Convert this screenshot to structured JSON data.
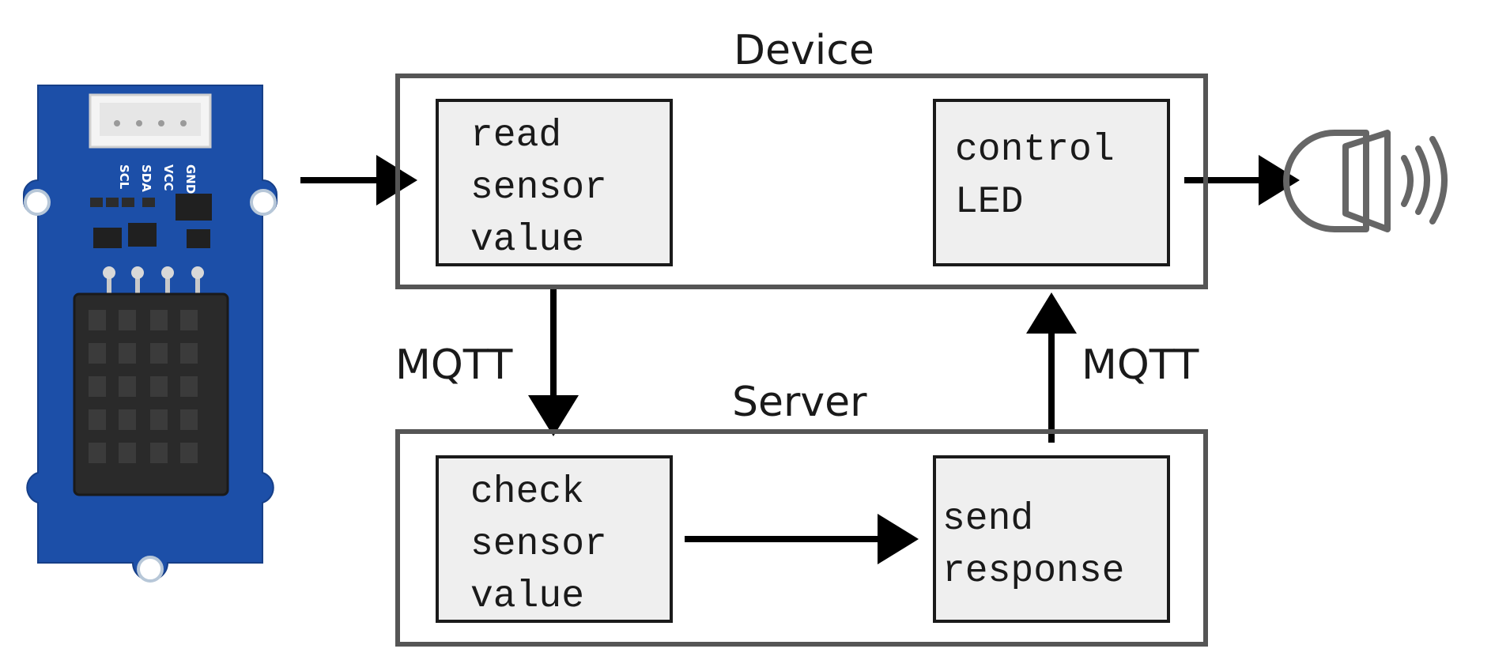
{
  "groups": {
    "device": "Device",
    "server": "Server"
  },
  "steps": {
    "read_sensor": [
      "read",
      "sensor",
      "value"
    ],
    "control_led": [
      "control",
      "LED"
    ],
    "check_sensor": [
      "check",
      "sensor",
      "value"
    ],
    "send_response": [
      "send",
      "response"
    ]
  },
  "edges": {
    "device_to_server": "MQTT",
    "server_to_device": "MQTT"
  },
  "sensor_board": {
    "pin_labels": [
      "SCL",
      "SDA",
      "VCC",
      "GND"
    ]
  },
  "icons": {
    "sensor": "humidity-temperature-sensor-board",
    "output": "speaker-icon"
  },
  "colors": {
    "board_blue": "#1c4fa8",
    "box_fill": "#efefef",
    "frame": "#555555"
  }
}
